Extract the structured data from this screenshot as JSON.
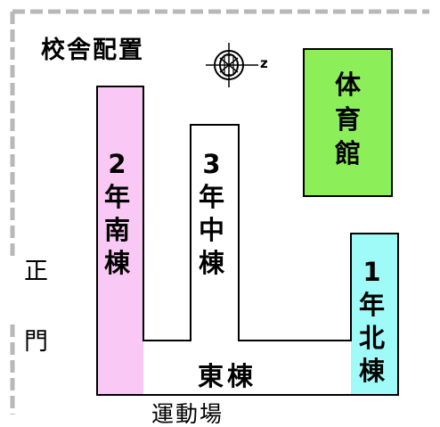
{
  "title": "校舎配置",
  "compass": {
    "north_label": "z",
    "icon": "compass-rose"
  },
  "buildings": {
    "gym": [
      "体",
      "育",
      "館"
    ],
    "south": [
      "2",
      "年",
      "南",
      "棟"
    ],
    "middle": [
      "3",
      "年",
      "中",
      "棟"
    ],
    "north": [
      "1",
      "年",
      "北",
      "棟"
    ],
    "east": "東棟"
  },
  "gate": {
    "char1": "正",
    "char2": "門"
  },
  "field": "運動場",
  "colors": {
    "gym": "#8cef5a",
    "south": "#f9c8f4",
    "north": "#9ffbf8",
    "border": "#b4b4b4"
  }
}
